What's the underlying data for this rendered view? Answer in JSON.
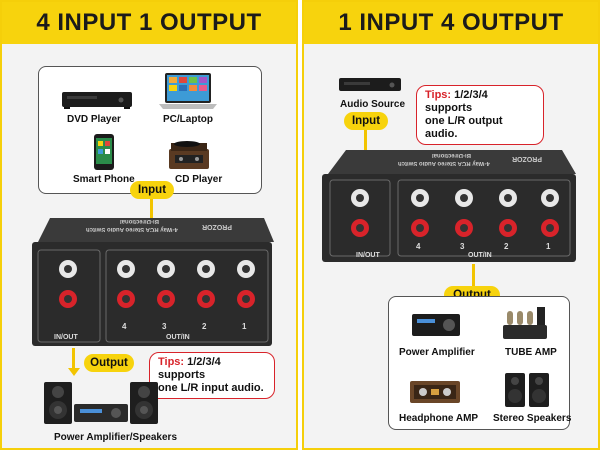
{
  "left": {
    "title": "4 INPUT 1 OUTPUT",
    "devices": {
      "dvd": "DVD Player",
      "pc": "PC/Laptop",
      "phone": "Smart Phone",
      "cd": "CD Player",
      "output_device": "Power Amplifier/Speakers"
    },
    "input_label": "Input",
    "output_label": "Output",
    "tip_prefix": "Tips:",
    "tip_line1": " 1/2/3/4 supports",
    "tip_line2": "one L/R input audio."
  },
  "right": {
    "title": "1 INPUT 4 OUTPUT",
    "source": "Audio Source",
    "input_label": "Input",
    "output_label": "Output",
    "tip_prefix": "Tips:",
    "tip_line1": " 1/2/3/4 supports",
    "tip_line2": "one L/R output audio.",
    "devices": {
      "power_amp": "Power Amplifier",
      "tube_amp": "TUBE AMP",
      "headphone_amp": "Headphone AMP",
      "speakers": "Stereo Speakers"
    }
  },
  "switch": {
    "brand": "PROZOR",
    "model_line1": "Bi-Directional",
    "model_line2": "4-Way RCA Stereo Audio Switch",
    "in_out": "IN/OUT",
    "out_in": "OUT/IN",
    "ports": [
      "4",
      "3",
      "2",
      "1"
    ]
  },
  "colors": {
    "accent": "#f7d30d",
    "tip_border": "#d8232a",
    "panel_border": "#f5cf0a"
  }
}
